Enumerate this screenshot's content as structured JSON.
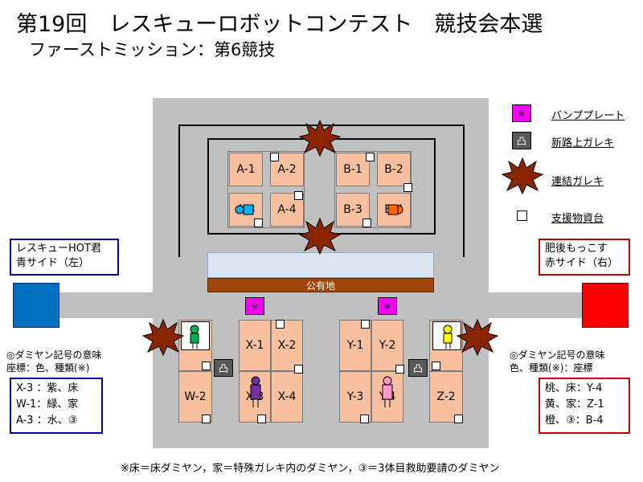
{
  "title": "第19回　レスキューロボットコンテスト　競技会本選",
  "subtitle": "ファーストミッション：第6競技",
  "public_land": "公有地",
  "legend": {
    "bump_plate_symbol": "※",
    "bump_plate": "バンププレート",
    "road_debris_symbol": "凸",
    "road_debris": "新路上ガレキ",
    "linked_debris": "連結ガレキ",
    "supply_stand": "支援物資台"
  },
  "team_left": {
    "line1": "レスキューHOT君",
    "line2": "青サイド（左）",
    "color": "#0070c0"
  },
  "team_right": {
    "line1": "肥後もっこす",
    "line2": "赤サイド（右）",
    "color": "#ff0000"
  },
  "note_left": {
    "line1": "◎ダミヤン記号の意味",
    "line2": "座標：色、種類(※)"
  },
  "note_right": {
    "line1": "◎ダミヤン記号の意味",
    "line2": "色、種類(※)：座標"
  },
  "dummy_left": [
    "X-3 ：紫、床",
    "W-1：緑、家",
    "A-3 ：水、③"
  ],
  "dummy_right": [
    "桃、床：Y-4",
    "黄、家：Z-1",
    "橙、③：B-4"
  ],
  "footnote": "※床＝床ダミヤン，家＝特殊ガレキ内のダミヤン，③＝3体目救助要請のダミヤン",
  "cells": {
    "A1": "A-1",
    "A2": "A-2",
    "A3": "A-3",
    "A4": "A-4",
    "B1": "B-1",
    "B2": "B-2",
    "B3": "B-3",
    "B4": "B-4",
    "X1": "X-1",
    "X2": "X-2",
    "X3": "X-3",
    "X4": "X-4",
    "Y1": "Y-1",
    "Y2": "Y-2",
    "Y3": "Y-3",
    "Y4": "Y-4",
    "W2": "W-2",
    "Z2": "Z-2"
  },
  "colors": {
    "field_grey": "#c0c0c0",
    "cell_fill": "#f9c09f",
    "public_land": "#a0460a",
    "water": "#dce6f2",
    "bump_plate": "#ff00ff",
    "road_debris": "#595959",
    "explosion": "#8b2500",
    "dummy_purple": "#7030a0",
    "dummy_green": "#00b050",
    "dummy_cyan": "#00b0f0",
    "dummy_pink": "#ff99cc",
    "dummy_yellow": "#ffff00",
    "dummy_orange": "#ff6600"
  }
}
